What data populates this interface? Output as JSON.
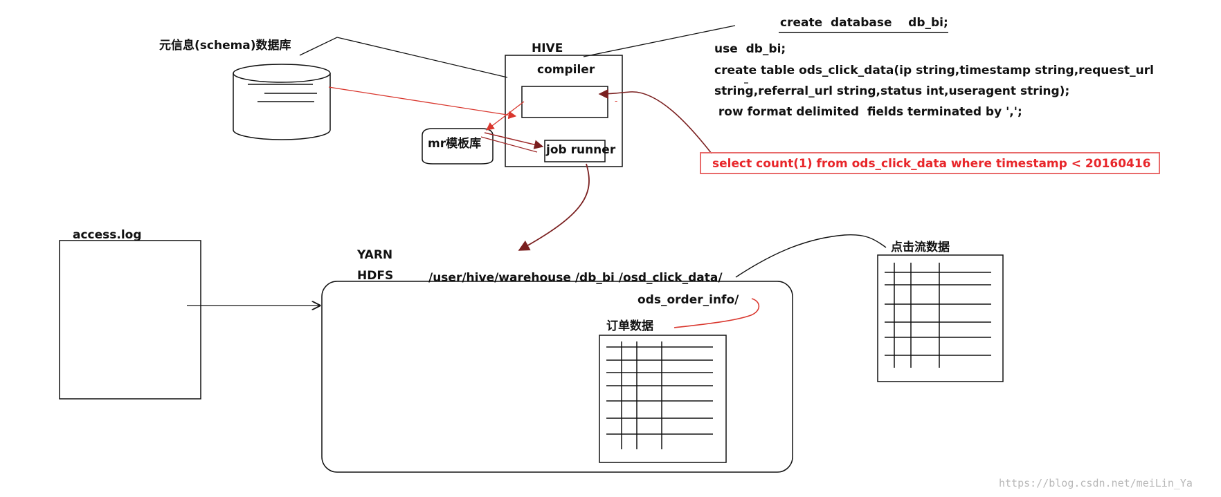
{
  "labels": {
    "schema_db": "元信息(schema)数据库",
    "hive": "HIVE",
    "compiler": "compiler",
    "mr_template": "mr模板库",
    "job_runner": "job runner",
    "access_log": "access.log",
    "yarn": "YARN",
    "hdfs": "HDFS",
    "warehouse_path": "/user/hive/warehouse /db_bi /osd_click_data/",
    "order_info_path": "ods_order_info/",
    "order_data": "订单数据",
    "click_stream_data": "点击流数据"
  },
  "sql": {
    "create_database": "create  database    db_bi;",
    "use_db": "use  db_bi;",
    "create_table_1": "create table ods_click_data(ip string,timestamp string,request_url",
    "create_table_2": "string,referral_url string,status int,useragent string);",
    "row_format": " row format delimited  fields terminated by ',';",
    "select_query": "select count(1) from ods_click_data where timestamp < 20160416"
  },
  "watermark": "https://blog.csdn.net/meiLin_Ya",
  "colors": {
    "ink": "#111111",
    "red_arrow": "#d9372e",
    "dark_red_arrow": "#7a1f1f",
    "query_text": "#e8262a",
    "query_border": "#e86a6a"
  }
}
